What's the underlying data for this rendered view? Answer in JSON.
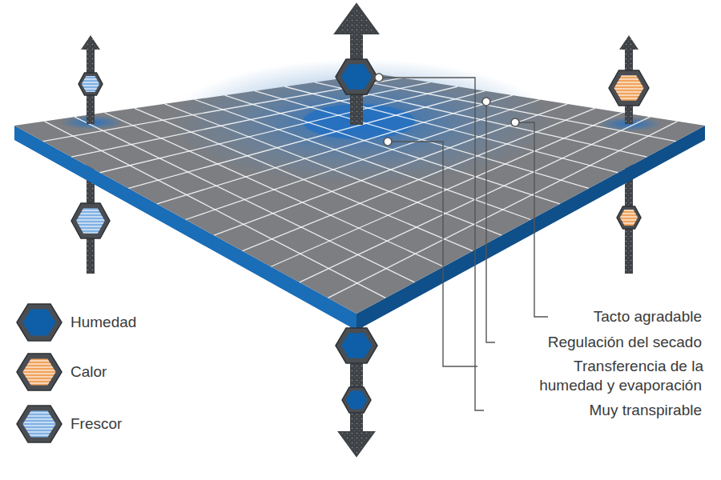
{
  "diagram": {
    "labels": [
      "Tacto agradable",
      "Regulación del secado",
      "Transferencia de la humedad y evaporación",
      "Muy transpirable"
    ],
    "legend": [
      {
        "text": "Humedad",
        "color": "#0e5fa8"
      },
      {
        "text": "Calor",
        "color": "#f0a35e"
      },
      {
        "text": "Frescor",
        "color": "#7fb0e3"
      }
    ]
  }
}
